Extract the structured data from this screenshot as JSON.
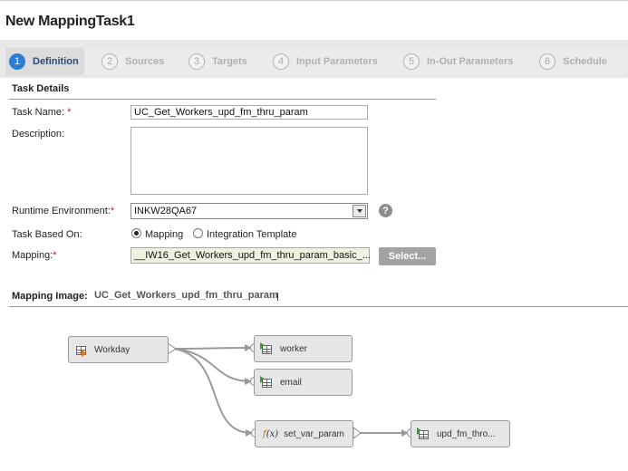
{
  "title": "New MappingTask1",
  "wizard": {
    "steps": [
      {
        "num": "1",
        "label": "Definition"
      },
      {
        "num": "2",
        "label": "Sources"
      },
      {
        "num": "3",
        "label": "Targets"
      },
      {
        "num": "4",
        "label": "Input Parameters"
      },
      {
        "num": "5",
        "label": "In-Out Parameters"
      },
      {
        "num": "6",
        "label": "Schedule"
      }
    ]
  },
  "task_details": {
    "heading": "Task Details",
    "task_name_label": "Task Name:",
    "task_name_value": "UC_Get_Workers_upd_fm_thru_param",
    "description_label": "Description:",
    "description_value": "",
    "runtime_label": "Runtime Environment:",
    "runtime_value": "INKW28QA67",
    "help_glyph": "?",
    "based_on_label": "Task Based On:",
    "option_mapping": "Mapping",
    "option_template": "Integration Template",
    "mapping_label": "Mapping:",
    "mapping_value": "__IW16_Get_Workers_upd_fm_thru_param_basic_...",
    "select_button": "Select...",
    "required_mark": "*"
  },
  "mapping_image": {
    "label": "Mapping Image:",
    "name": "UC_Get_Workers_upd_fm_thru_param",
    "nodes": {
      "source": "Workday",
      "target1": "worker",
      "target2": "email",
      "expression": "set_var_param",
      "target3": "upd_fm_thro..."
    }
  },
  "colors": {
    "active_step": "#2a7fd4",
    "required": "#dd1111",
    "source_arrow": "#e07a1a",
    "target_arrow": "#3a9a3a"
  }
}
